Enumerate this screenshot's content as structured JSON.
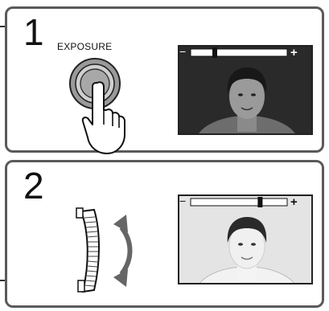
{
  "steps": [
    {
      "number": "1",
      "button_label": "EXPOSURE",
      "exposure_level": 0.25,
      "minus_symbol": "−",
      "plus_symbol": "+"
    },
    {
      "number": "2",
      "exposure_level": 0.72,
      "minus_symbol": "−",
      "plus_symbol": "+"
    }
  ],
  "icons": {
    "button": "exposure-button-icon",
    "hand": "pointing-hand-icon",
    "dial": "control-dial-icon",
    "arrow": "double-arrow-icon",
    "portrait": "portrait-photo-icon"
  }
}
